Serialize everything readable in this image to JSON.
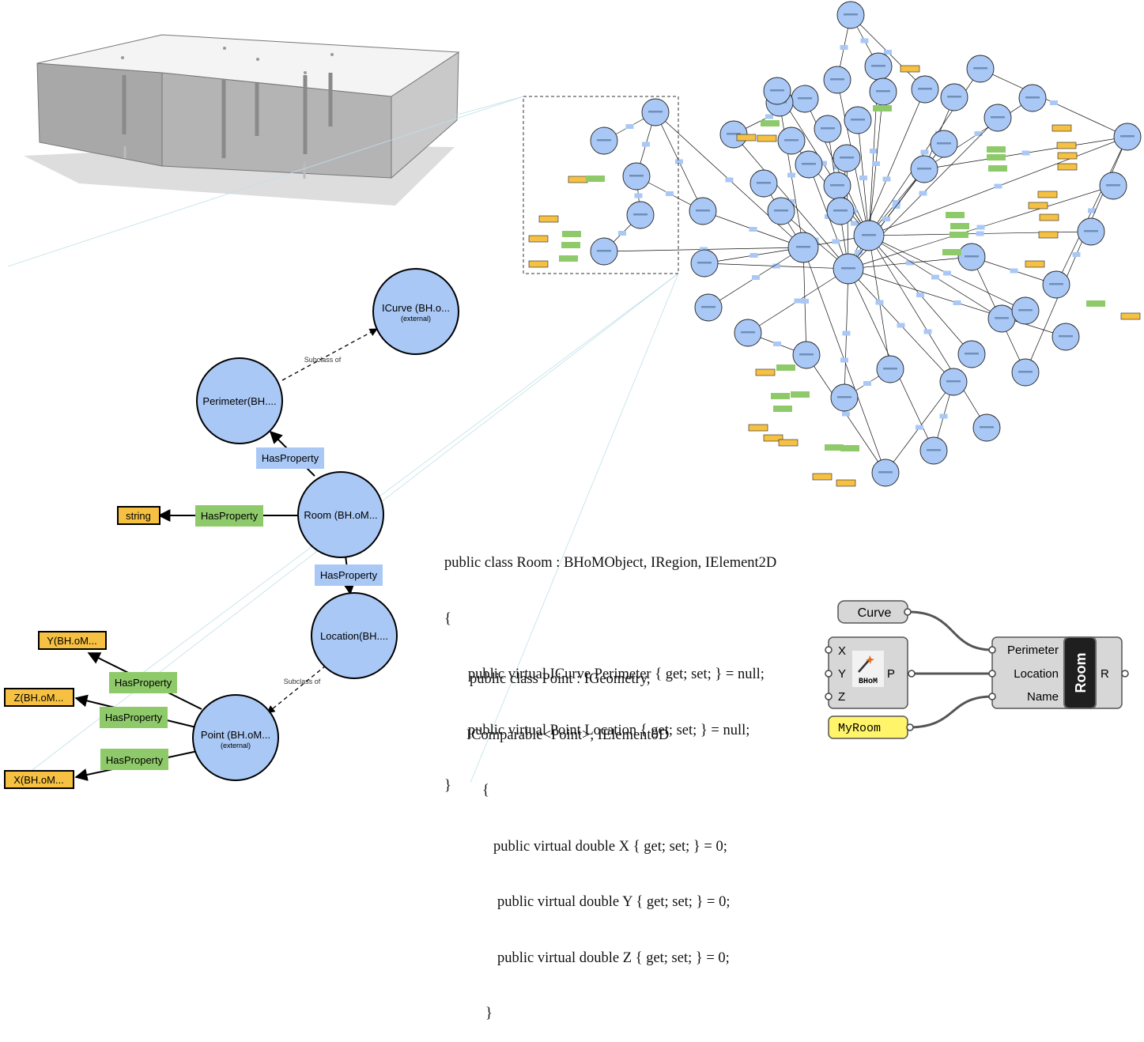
{
  "graph": {
    "nodes": {
      "icurve": {
        "label": "ICurve (BH.o...",
        "sublabel": "(external)"
      },
      "perimeter": {
        "label": "Perimeter(BH...."
      },
      "room": {
        "label": "Room (BH.oM..."
      },
      "location": {
        "label": "Location(BH...."
      },
      "point": {
        "label": "Point (BH.oM...",
        "sublabel": "(external)"
      }
    },
    "edges": {
      "subclass_top": "Subclass of",
      "hasprop_perimeter": "HasProperty",
      "hasprop_string": "HasProperty",
      "hasprop_location": "HasProperty",
      "subclass_bottom": "Subclass of",
      "hasprop_y": "HasProperty",
      "hasprop_z": "HasProperty",
      "hasprop_x": "HasProperty"
    },
    "literals": {
      "string": "string",
      "y": "Y(BH.oM...",
      "z": "Z(BH.oM...",
      "x": "X(BH.oM..."
    }
  },
  "code": {
    "room_class": [
      "public class Room : BHoMObject, IRegion, IElement2D",
      "{",
      "   public virtual ICurve Perimeter { get; set; } = null;",
      "   public virtual Point Location { get; set; } = null;",
      "}"
    ],
    "point_class": [
      "public class Point : IGeometry,",
      "IComparable<Point>, IElement0D",
      "{",
      "public virtual double X { get; set; } = 0;",
      "public virtual double Y { get; set; } = 0;",
      "public virtual double Z { get; set; } = 0;",
      "}"
    ]
  },
  "grasshopper": {
    "curve_param": "Curve",
    "point_inputs": [
      "X",
      "Y",
      "Z"
    ],
    "point_output": "P",
    "point_logo": "BHoM",
    "room_inputs": [
      "Perimeter",
      "Location",
      "Name"
    ],
    "room_title": "Room",
    "room_output": "R",
    "panel_value": "MyRoom"
  },
  "colors": {
    "node_fill": "#a9c8f5",
    "edge_label_blue": "#a9c8f5",
    "edge_label_green": "#8fca6a",
    "literal_fill": "#f6c142",
    "panel_fill": "#fff46a"
  }
}
